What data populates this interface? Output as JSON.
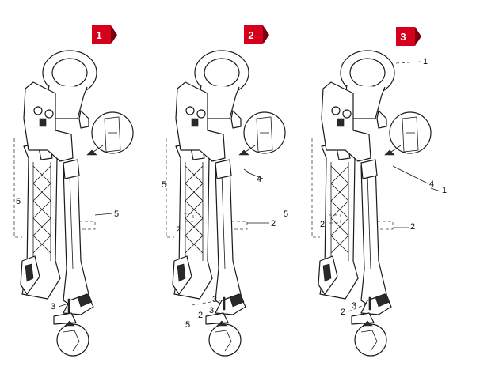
{
  "steps": [
    {
      "badge": "1",
      "callouts": [
        {
          "text": "5"
        },
        {
          "text": "5"
        },
        {
          "text": "3"
        }
      ]
    },
    {
      "badge": "2",
      "callouts": [
        {
          "text": "5"
        },
        {
          "text": "4"
        },
        {
          "text": "2"
        },
        {
          "text": "2"
        },
        {
          "text": "5"
        },
        {
          "text": "3"
        },
        {
          "text": "2"
        },
        {
          "text": "3"
        },
        {
          "text": "5"
        }
      ]
    },
    {
      "badge": "3",
      "callouts": [
        {
          "text": "1"
        },
        {
          "text": "4"
        },
        {
          "text": "1"
        },
        {
          "text": "2"
        },
        {
          "text": "2"
        },
        {
          "text": "2"
        },
        {
          "text": "3"
        }
      ]
    }
  ],
  "colors": {
    "badge_fill": "#d6001c",
    "line": "#1a1a1a",
    "background": "#ffffff"
  }
}
